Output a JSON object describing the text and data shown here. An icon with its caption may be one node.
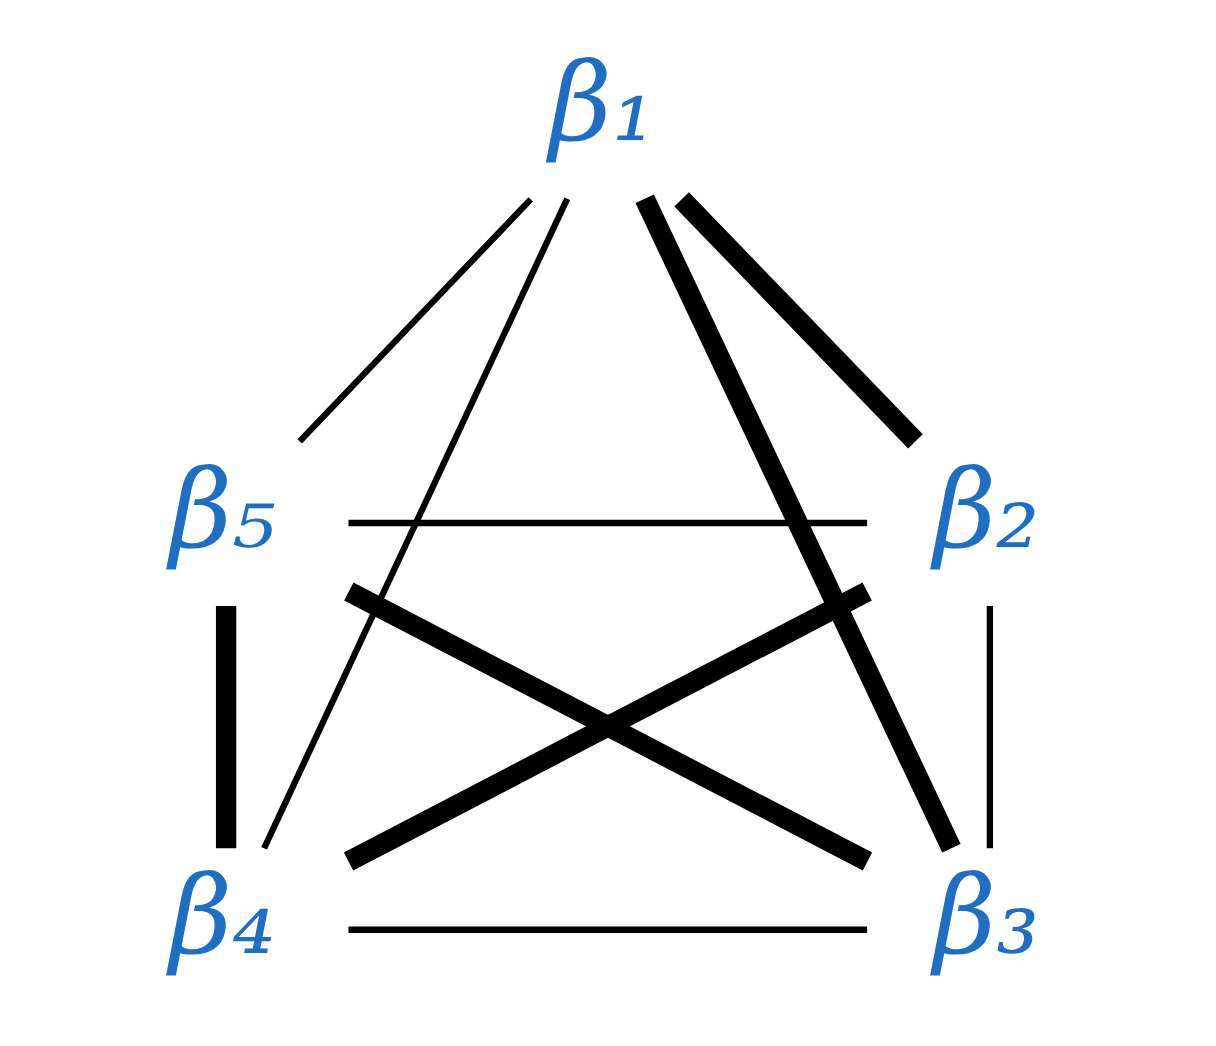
{
  "diagram": {
    "nodes": [
      {
        "text": [
          "β₁"
        ]
      },
      {
        "text": [
          "β₂"
        ]
      },
      {
        "text": [
          "β₃"
        ]
      },
      {
        "text": [
          "β₄"
        ]
      },
      {
        "text": [
          "β₅"
        ]
      }
    ],
    "edges": [
      {
        "from": 0,
        "to": 1,
        "arrow": "none",
        "style": "thick"
      },
      {
        "from": 0,
        "to": 2,
        "arrow": "none",
        "style": "thick"
      },
      {
        "from": 0,
        "to": 3,
        "arrow": "none"
      },
      {
        "from": 0,
        "to": 4,
        "arrow": "none"
      },
      {
        "from": 1,
        "to": 2,
        "arrow": "none"
      },
      {
        "from": 1,
        "to": 3,
        "arrow": "none",
        "style": "thick"
      },
      {
        "from": 4,
        "to": 1,
        "arrow": "none"
      },
      {
        "from": 3,
        "to": 2,
        "arrow": "none"
      },
      {
        "from": 2,
        "to": 4,
        "arrow": "none",
        "style": "thick"
      },
      {
        "from": 3,
        "to": 4,
        "arrow": "none",
        "style": "thick"
      }
    ]
  }
}
